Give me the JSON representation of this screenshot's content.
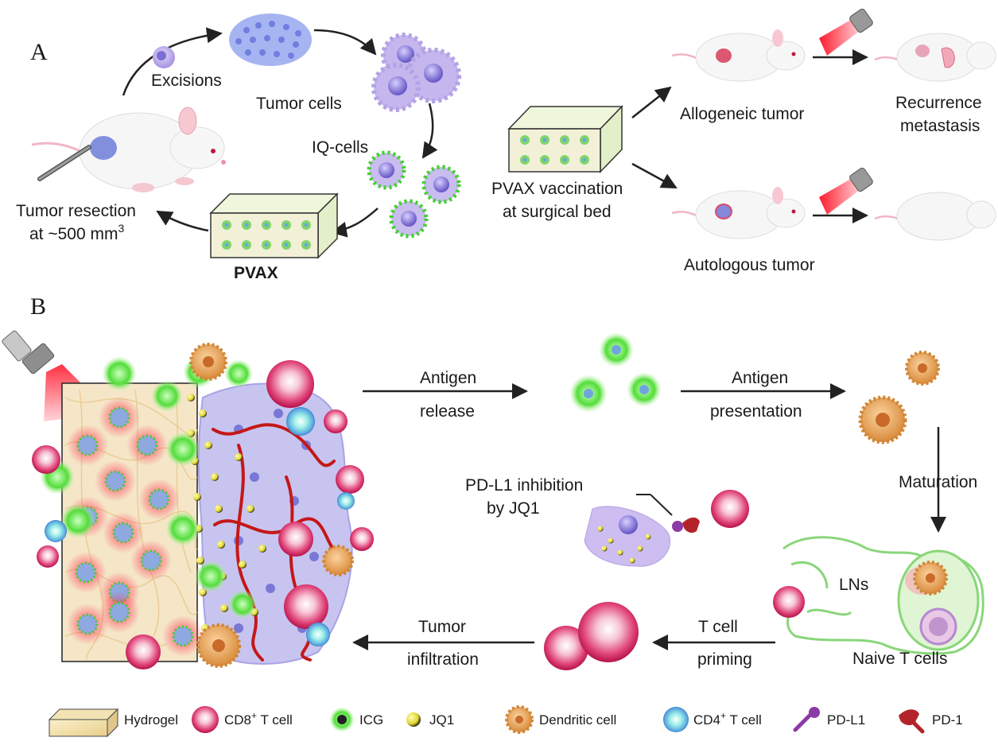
{
  "panel_a": {
    "letter": "A",
    "labels": {
      "excisions": "Excisions",
      "tumor_cells": "Tumor cells",
      "iq_cells": "IQ-cells",
      "tumor_resection_1": "Tumor resection",
      "tumor_resection_2": "at ~500 mm",
      "tumor_resection_sup": "3",
      "pvax": "PVAX",
      "pvax_vaccination_1": "PVAX vaccination",
      "pvax_vaccination_2": "at surgical bed",
      "allogeneic": "Allogeneic tumor",
      "autologous": "Autologous tumor",
      "recurrence_1": "Recurrence",
      "recurrence_2": "metastasis"
    }
  },
  "panel_b": {
    "letter": "B",
    "labels": {
      "antigen_release_1": "Antigen",
      "antigen_release_2": "release",
      "antigen_presentation_1": "Antigen",
      "antigen_presentation_2": "presentation",
      "maturation": "Maturation",
      "pdl1_1": "PD-L1 inhibition",
      "pdl1_2": "by JQ1",
      "lns": "LNs",
      "naive_t": "Naive T cells",
      "t_cell_priming_1": "T cell",
      "t_cell_priming_2": "priming",
      "tumor_infiltration_1": "Tumor",
      "tumor_infiltration_2": "infiltration"
    }
  },
  "legend": {
    "hydrogel": "Hydrogel",
    "cd8_pre": "CD8",
    "cd8_sup": "+",
    "cd8_post": " T cell",
    "icg": "ICG",
    "jq1": "JQ1",
    "dendritic": "Dendritic cell",
    "cd4_pre": "CD4",
    "cd4_sup": "+",
    "cd4_post": " T cell",
    "pdl1": "PD-L1",
    "pd1": "PD-1"
  },
  "colors": {
    "arrow": "#222222",
    "tumor_cell": "#b9a6e8",
    "cd8": "#d8245a",
    "icg_green": "#3fd12a",
    "jq1": "#e8e04a",
    "dendritic": "#e4a25a",
    "cd4": "#4a8fd8",
    "laser": "#e8152c",
    "vessel": "#c81818",
    "hydrogel": "#e9d59a",
    "pdl1": "#8c3aa6",
    "pd1": "#b3242a",
    "lymph": "#8ad67a"
  }
}
